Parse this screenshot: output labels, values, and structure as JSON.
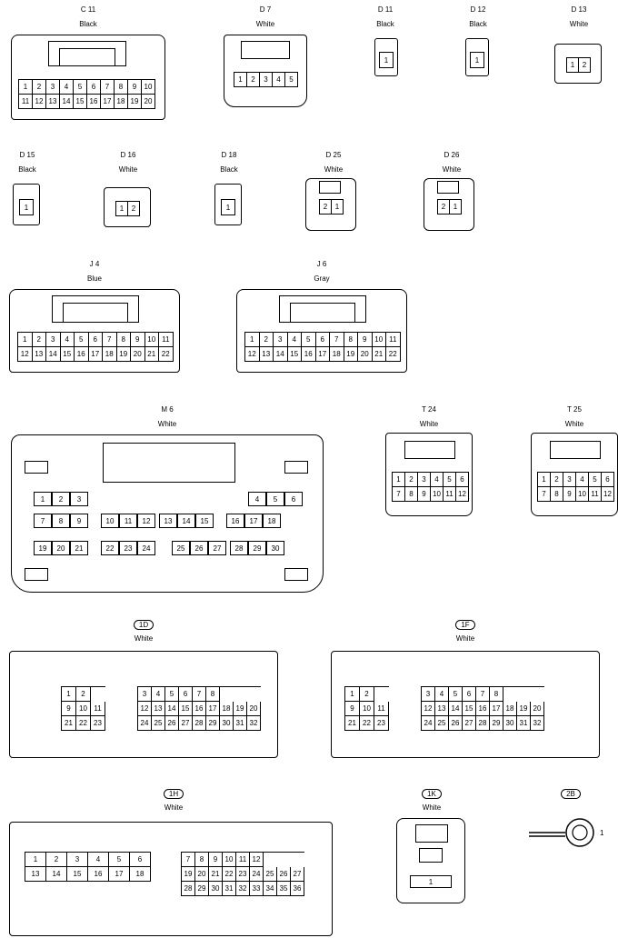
{
  "connectors": {
    "c11": {
      "name": "C 11",
      "color": "Black",
      "rows": [
        [
          "1",
          "2",
          "3",
          "4",
          "5",
          "6",
          "7",
          "8",
          "9",
          "10"
        ],
        [
          "11",
          "12",
          "13",
          "14",
          "15",
          "16",
          "17",
          "18",
          "19",
          "20"
        ]
      ]
    },
    "d7": {
      "name": "D 7",
      "color": "White",
      "rows": [
        [
          "1",
          "2",
          "3",
          "4",
          "5"
        ]
      ]
    },
    "d11": {
      "name": "D 11",
      "color": "Black",
      "pin": "1"
    },
    "d12": {
      "name": "D 12",
      "color": "Black",
      "pin": "1"
    },
    "d13": {
      "name": "D 13",
      "color": "White",
      "rows": [
        [
          "1",
          "2"
        ]
      ]
    },
    "d15": {
      "name": "D 15",
      "color": "Black",
      "pin": "1"
    },
    "d16": {
      "name": "D 16",
      "color": "White",
      "rows": [
        [
          "1",
          "2"
        ]
      ]
    },
    "d18": {
      "name": "D 18",
      "color": "Black",
      "pin": "1"
    },
    "d25": {
      "name": "D 25",
      "color": "White",
      "rows": [
        [
          "2",
          "1"
        ]
      ]
    },
    "d26": {
      "name": "D 26",
      "color": "White",
      "rows": [
        [
          "2",
          "1"
        ]
      ]
    },
    "j4": {
      "name": "J 4",
      "color": "Blue",
      "rows": [
        [
          "1",
          "2",
          "3",
          "4",
          "5",
          "6",
          "7",
          "8",
          "9",
          "10",
          "11"
        ],
        [
          "12",
          "13",
          "14",
          "15",
          "16",
          "17",
          "18",
          "19",
          "20",
          "21",
          "22"
        ]
      ]
    },
    "j6": {
      "name": "J 6",
      "color": "Gray",
      "rows": [
        [
          "1",
          "2",
          "3",
          "4",
          "5",
          "6",
          "7",
          "8",
          "9",
          "10",
          "11"
        ],
        [
          "12",
          "13",
          "14",
          "15",
          "16",
          "17",
          "18",
          "19",
          "20",
          "21",
          "22"
        ]
      ]
    },
    "m6": {
      "name": "M 6",
      "color": "White",
      "row1": [
        "1",
        "2",
        "3",
        "4",
        "5",
        "6"
      ],
      "row2": [
        "7",
        "8",
        "9",
        "10",
        "11",
        "12",
        "13",
        "14",
        "15",
        "16",
        "17",
        "18"
      ],
      "row3": [
        "19",
        "20",
        "21",
        "22",
        "23",
        "24",
        "25",
        "26",
        "27",
        "28",
        "29",
        "30"
      ]
    },
    "t24": {
      "name": "T 24",
      "color": "White",
      "rows": [
        [
          "1",
          "2",
          "3",
          "4",
          "5",
          "6"
        ],
        [
          "7",
          "8",
          "9",
          "10",
          "11",
          "12"
        ]
      ]
    },
    "t25": {
      "name": "T 25",
      "color": "White",
      "rows": [
        [
          "1",
          "2",
          "3",
          "4",
          "5",
          "6"
        ],
        [
          "7",
          "8",
          "9",
          "10",
          "11",
          "12"
        ]
      ]
    },
    "c1d": {
      "name": "1D",
      "color": "White",
      "left": [
        [
          "1",
          "2"
        ],
        [
          "9",
          "10",
          "11"
        ],
        [
          "21",
          "22",
          "23"
        ]
      ],
      "right": [
        [
          "3",
          "4",
          "5",
          "6",
          "7",
          "8"
        ],
        [
          "12",
          "13",
          "14",
          "15",
          "16",
          "17",
          "18",
          "19",
          "20"
        ],
        [
          "24",
          "25",
          "26",
          "27",
          "28",
          "29",
          "30",
          "31",
          "32"
        ]
      ]
    },
    "c1f": {
      "name": "1F",
      "color": "White",
      "left": [
        [
          "1",
          "2"
        ],
        [
          "9",
          "10",
          "11"
        ],
        [
          "21",
          "22",
          "23"
        ]
      ],
      "right": [
        [
          "3",
          "4",
          "5",
          "6",
          "7",
          "8"
        ],
        [
          "12",
          "13",
          "14",
          "15",
          "16",
          "17",
          "18",
          "19",
          "20"
        ],
        [
          "24",
          "25",
          "26",
          "27",
          "28",
          "29",
          "30",
          "31",
          "32"
        ]
      ]
    },
    "c1h": {
      "name": "1H",
      "color": "White",
      "left": [
        [
          "1",
          "2",
          "3",
          "4",
          "5",
          "6"
        ],
        [
          "13",
          "14",
          "15",
          "16",
          "17",
          "18"
        ]
      ],
      "right": [
        [
          "7",
          "8",
          "9",
          "10",
          "11",
          "12"
        ],
        [
          "19",
          "20",
          "21",
          "22",
          "23",
          "24",
          "25",
          "26",
          "27"
        ],
        [
          "28",
          "29",
          "30",
          "31",
          "32",
          "33",
          "34",
          "35",
          "36"
        ]
      ]
    },
    "c1k": {
      "name": "1K",
      "color": "White",
      "pin": "1"
    },
    "c2b": {
      "name": "2B",
      "pin": "1"
    }
  }
}
